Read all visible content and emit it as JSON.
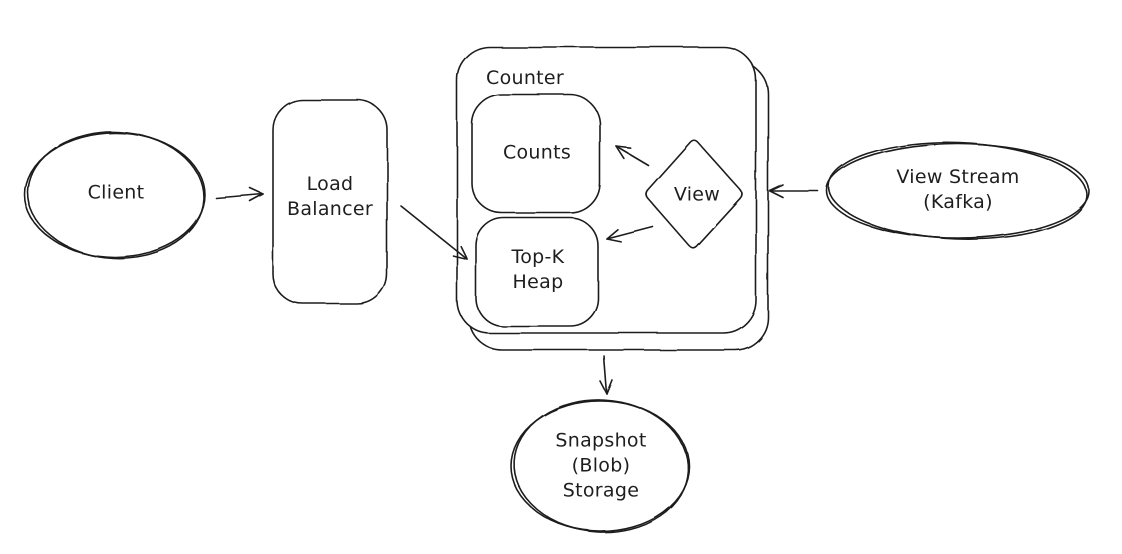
{
  "diagram": {
    "background": "#ffffff",
    "stroke_color": "#1e1e1e",
    "nodes": {
      "client": {
        "label": "Client",
        "shape": "ellipse"
      },
      "load_balancer": {
        "label": "Load\nBalancer",
        "shape": "rounded-rectangle"
      },
      "counter_group": {
        "label": "Counter",
        "shape": "stacked-rounded-rectangle"
      },
      "counts": {
        "label": "Counts",
        "shape": "rounded-rectangle"
      },
      "top_k_heap": {
        "label": "Top-K\nHeap",
        "shape": "rounded-rectangle"
      },
      "view": {
        "label": "View",
        "shape": "diamond"
      },
      "view_stream": {
        "label": "View Stream\n(Kafka)",
        "shape": "ellipse"
      },
      "snapshot_storage": {
        "label": "Snapshot\n(Blob)\nStorage",
        "shape": "ellipse"
      }
    },
    "edges": [
      {
        "from": "client",
        "to": "load_balancer"
      },
      {
        "from": "load_balancer",
        "to": "top_k_heap"
      },
      {
        "from": "view",
        "to": "counts"
      },
      {
        "from": "view",
        "to": "top_k_heap"
      },
      {
        "from": "view_stream",
        "to": "counter_group"
      },
      {
        "from": "counter_group",
        "to": "snapshot_storage"
      }
    ]
  }
}
